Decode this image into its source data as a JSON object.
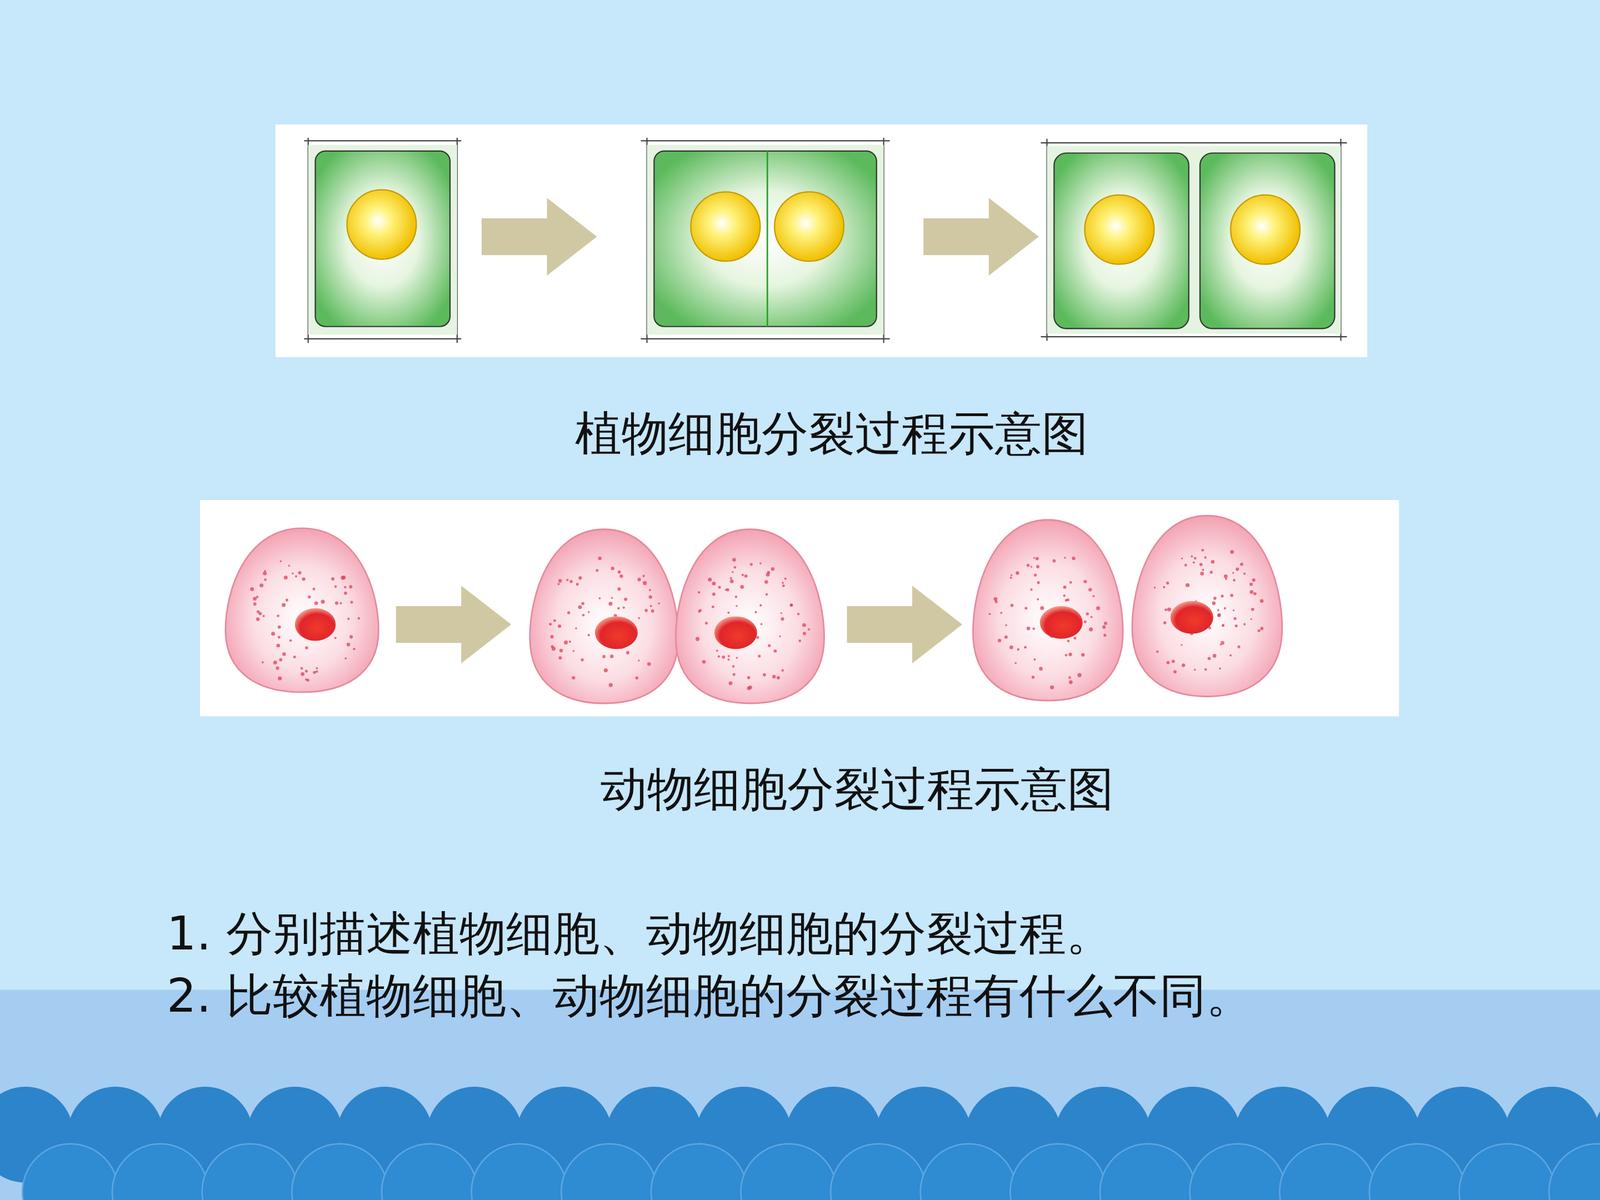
{
  "diagram": {
    "labels": [
      "植物细胞分裂过程示意图",
      "动物细胞分裂过程示意图",
      "1. 分别描述植物细胞、动物细胞的分裂过程。",
      "2. 比较植物细胞、动物细胞的分裂过程有什么不同。"
    ]
  }
}
